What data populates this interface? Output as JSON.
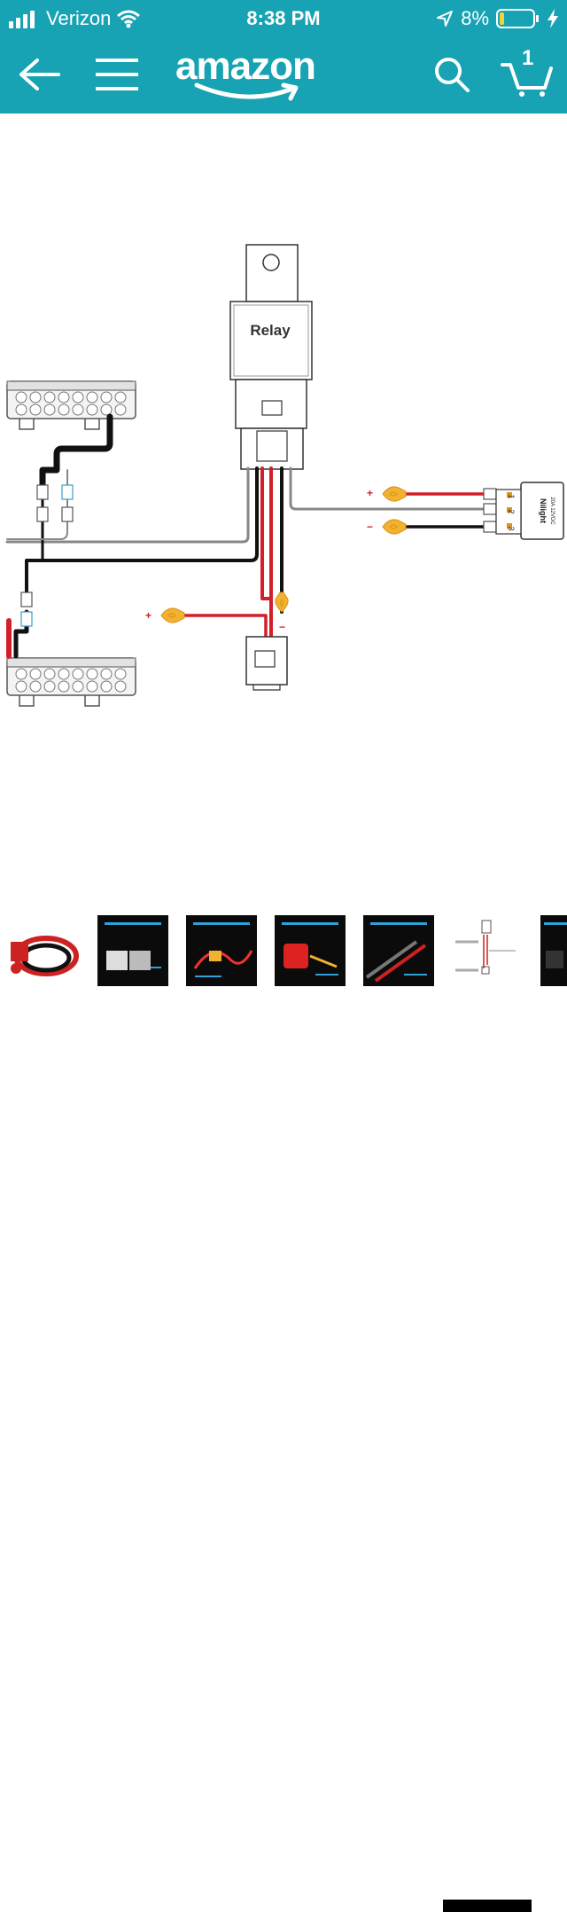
{
  "status": {
    "carrier": "Verizon",
    "time": "8:38 PM",
    "battery": "8%"
  },
  "nav": {
    "logo": "amazon",
    "cart_count": "1"
  },
  "diagram": {
    "relay_label": "Relay",
    "plus": "+",
    "minus": "−",
    "switch_brand": "Nilight",
    "switch_rating": "20A 12VDC",
    "pin_1": "1",
    "pin_2": "2",
    "pin_3": "3"
  },
  "gallery": {
    "selected_index": 5,
    "count": 7
  },
  "colors": {
    "brand": "#17a3b3",
    "wire_red": "#d21f2a",
    "wire_black": "#111111",
    "fuse_yellow": "#f2b12e"
  }
}
